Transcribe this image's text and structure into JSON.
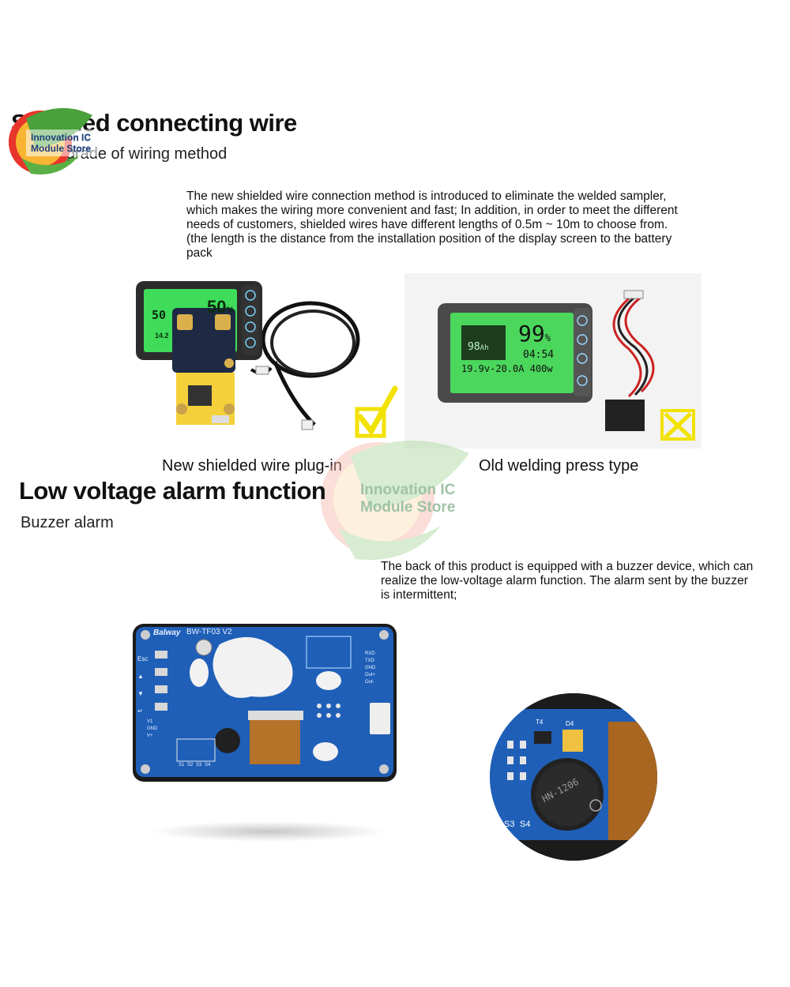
{
  "brand": {
    "line1": "Innovation IC",
    "line2": "Module Store"
  },
  "section1": {
    "title": "Shielded connecting wire",
    "subtitle": "New upgrade of wiring method",
    "paragraph": [
      "The new shielded wire connection method is introduced to eliminate the welded sampler,",
      "which makes the wiring more convenient and fast; In addition, in order to meet the different",
      "needs of customers, shielded wires have different lengths of 0.5m ~ 10m to choose from.",
      "(the length is the distance from the installation position of the display screen to the battery",
      "pack"
    ],
    "caption_new": "New shielded wire plug-in",
    "caption_old": "Old welding press type",
    "new_display": {
      "left_value": "50",
      "percent": "50",
      "percent_unit": "%",
      "small": "14.2"
    },
    "old_display": {
      "capacity": "98",
      "capacity_unit": "Ah",
      "percent": "99",
      "percent_unit": "%",
      "time": "04:54",
      "voltage": "19.9v",
      "current": "-20.0A",
      "power": "400w"
    }
  },
  "section2": {
    "title": "Low voltage alarm function",
    "subtitle": "Buzzer alarm",
    "paragraph": [
      "The back of this product is equipped with a buzzer device, which can",
      "realize the low-voltage alarm function. The alarm sent by the buzzer",
      "is intermittent;"
    ],
    "pcb": {
      "brand": "Balway",
      "model": "BW-TF03 V2",
      "buttons": [
        "Esc",
        "▲",
        "▼",
        "↵"
      ],
      "header_pins": [
        "RXD",
        "TXD",
        "GND",
        "",
        "Out+",
        "Out-"
      ],
      "power_pins": [
        "V1",
        "GND",
        "V+"
      ],
      "switches": [
        "S1",
        "S2",
        "S3",
        "S4"
      ]
    },
    "zoom": {
      "buzzer_text": "HN-1206",
      "labels": [
        "T4",
        "D4",
        "S3",
        "S4"
      ]
    }
  },
  "colors": {
    "pcb_blue": "#1f5fb8",
    "lcd_green": "#3fdc5a",
    "check_yellow": "#f2e200",
    "logo_red": "#e8352c",
    "logo_orange": "#f39a1c",
    "logo_green": "#4aa03a"
  }
}
